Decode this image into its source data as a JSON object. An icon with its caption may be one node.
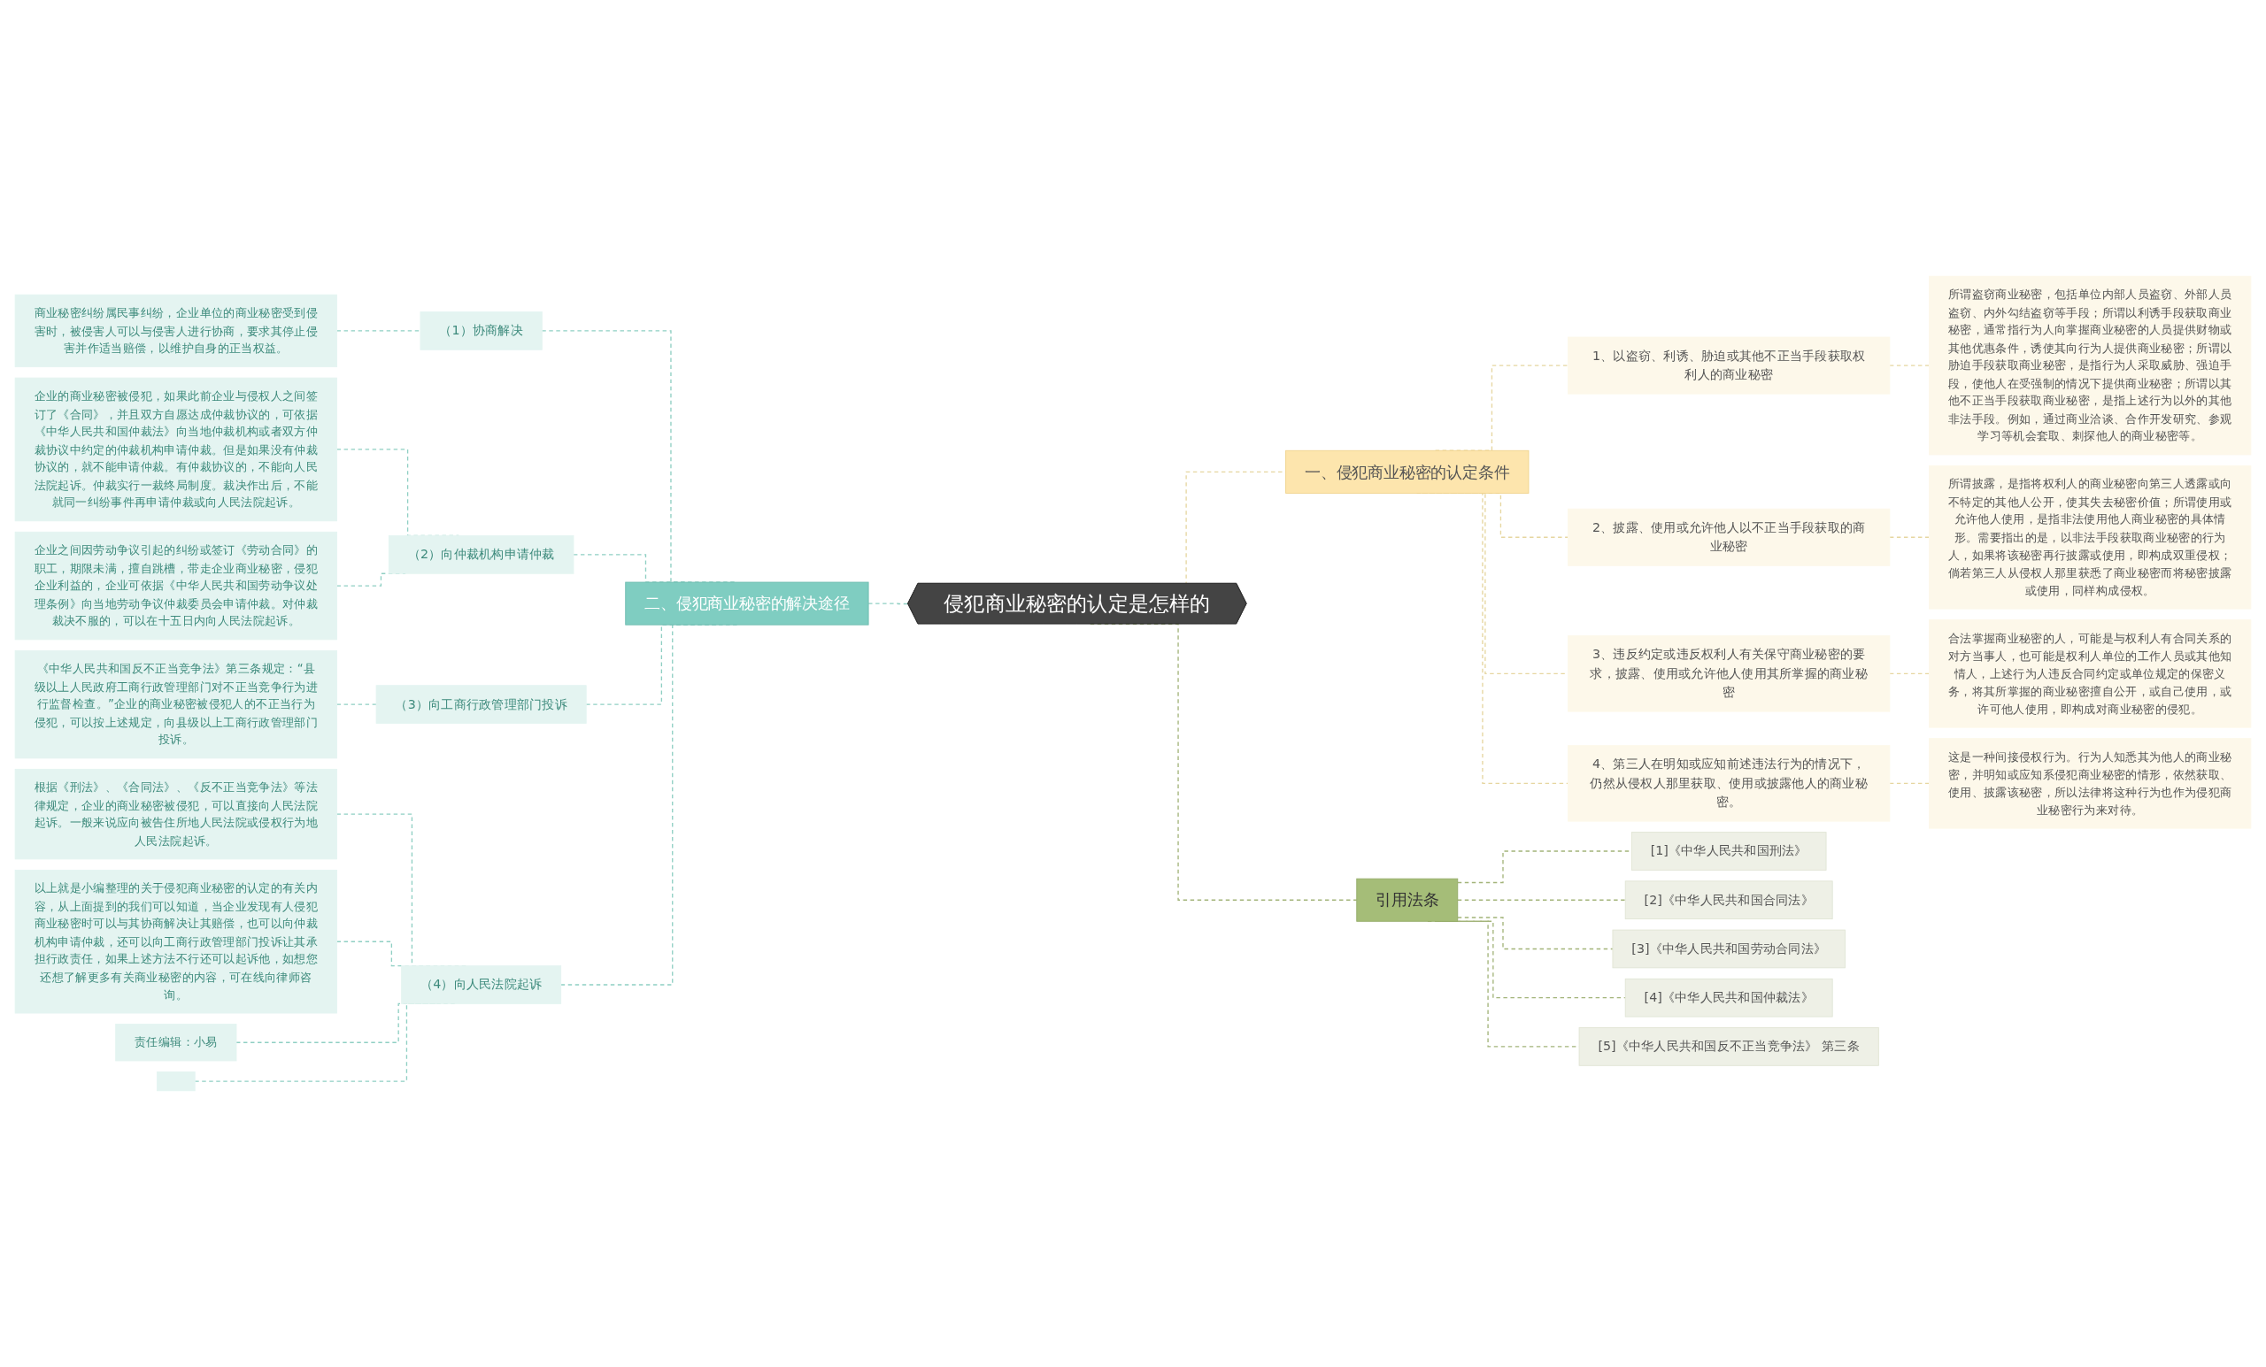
{
  "diagram": {
    "nodes": [
      {
        "text": [
          "侵犯商业秘密的认定是怎样的"
        ]
      },
      {
        "text": [
          "一、侵犯商业秘密的认定条件"
        ]
      },
      {
        "text": [
          "1、以盗窃、利诱、胁迫或其他不正当手段获取权利人的商业秘密"
        ]
      },
      {
        "text": [
          "所谓盗窃商业秘密，包括单位内部人员盗窃、外部人员盗窃、内外勾结盗窃等手段；所谓以利诱手段获取商业秘密，通常指行为人向掌握商业秘密的人员提供财物或其他优惠条件，诱使其向行为人提供商业秘密；所谓以胁迫手段获取商业秘密，是指行为人采取威胁、强迫手段，使他人在受强制的情况下提供商业秘密；所谓以其他不正当手段获取商业秘密，是指上述行为以外的其他非法手段。例如，通过商业洽谈、合作开发研究、参观学习等机会套取、刺探他人的商业秘密等。"
        ]
      },
      {
        "text": [
          "2、披露、使用或允许他人以不正当手段获取的商业秘密"
        ]
      },
      {
        "text": [
          "所谓披露，是指将权利人的商业秘密向第三人透露或向不特定的其他人公开，使其失去秘密价值；所谓使用或允许他人使用，是指非法使用他人商业秘密的具体情形。需要指出的是，以非法手段获取商业秘密的行为人，如果将该秘密再行披露或使用，即构成双重侵权；倘若第三人从侵权人那里获悉了商业秘密而将秘密披露或使用，同样构成侵权。"
        ]
      },
      {
        "text": [
          "3、违反约定或违反权利人有关保守商业秘密的要求，披露、使用或允许他人使用其所掌握的商业秘密"
        ]
      },
      {
        "text": [
          "合法掌握商业秘密的人，可能是与权利人有合同关系的对方当事人，也可能是权利人单位的工作人员或其他知情人，上述行为人违反合同约定或单位规定的保密义务，将其所掌握的商业秘密擅自公开，或自己使用，或许可他人使用，即构成对商业秘密的侵犯。"
        ]
      },
      {
        "text": [
          "4、第三人在明知或应知前述违法行为的情况下，仍然从侵权人那里获取、使用或披露他人的商业秘密。"
        ]
      },
      {
        "text": [
          "这是一种间接侵权行为。行为人知悉其为他人的商业秘密，并明知或应知系侵犯商业秘密的情形，依然获取、使用、披露该秘密，所以法律将这种行为也作为侵犯商业秘密行为来对待。"
        ]
      },
      {
        "text": [
          "引用法条"
        ]
      },
      {
        "text": [
          "[1]《中华人民共和国刑法》"
        ]
      },
      {
        "text": [
          "[2]《中华人民共和国合同法》"
        ]
      },
      {
        "text": [
          "[3]《中华人民共和国劳动合同法》"
        ]
      },
      {
        "text": [
          "[4]《中华人民共和国仲裁法》"
        ]
      },
      {
        "text": [
          "[5]《中华人民共和国反不正当竞争法》 第三条"
        ]
      },
      {
        "text": [
          "二、侵犯商业秘密的解决途径"
        ]
      },
      {
        "text": [
          "（1）协商解决"
        ]
      },
      {
        "text": [
          "商业秘密纠纷属民事纠纷，企业单位的商业秘密受到侵害时，被侵害人可以与侵害人进行协商，要求其停止侵害并作适当赔偿，以维护自身的正当权益。"
        ]
      },
      {
        "text": [
          "（2）向仲裁机构申请仲裁"
        ]
      },
      {
        "text": [
          "企业的商业秘密被侵犯，如果此前企业与侵权人之间签订了《合同》，并且双方自愿达成仲裁协议的，可依据《中华人民共和国仲裁法》向当地仲裁机构或者双方仲裁协议中约定的仲裁机构申请仲裁。但是如果没有仲裁协议的，就不能申请仲裁。有仲裁协议的，不能向人民法院起诉。仲裁实行一裁终局制度。裁决作出后，不能就同一纠纷事件再申请仲裁或向人民法院起诉。"
        ]
      },
      {
        "text": [
          "企业之间因劳动争议引起的纠纷或签订《劳动合同》的职工，期限未满，擅自跳槽，带走企业商业秘密，侵犯企业利益的，企业可依据《中华人民共和国劳动争议处理条例》向当地劳动争议仲裁委员会申请仲裁。对仲裁裁决不服的，可以在十五日内向人民法院起诉。"
        ]
      },
      {
        "text": [
          "（3）向工商行政管理部门投诉"
        ]
      },
      {
        "text": [
          "《中华人民共和国反不正当竞争法》第三条规定：“县级以上人民政府工商行政管理部门对不正当竞争行为进行监督检查。”企业的商业秘密被侵犯人的不正当行为侵犯，可以按上述规定，向县级以上工商行政管理部门投诉。"
        ]
      },
      {
        "text": [
          "（4）向人民法院起诉"
        ]
      },
      {
        "text": [
          "根据《刑法》、《合同法》、《反不正当竞争法》等法律规定，企业的商业秘密被侵犯，可以直接向人民法院起诉。一般来说应向被告住所地人民法院或侵权行为地人民法院起诉。"
        ]
      },
      {
        "text": [
          "以上就是小编整理的关于侵犯商业秘密的认定的有关内容，从上面提到的我们可以知道，当企业发现有人侵犯商业秘密时可以与其协商解决让其赔偿，也可以向仲裁机构申请仲裁，还可以向工商行政管理部门投诉让其承担行政责任，如果上述方法不行还可以起诉他，如想您还想了解更多有关商业秘密的内容，可在线向律师咨询。"
        ]
      },
      {
        "text": [
          "责任编辑：小易"
        ]
      },
      {
        "text": [],
        "shape": "box"
      }
    ],
    "edges": [
      {
        "from": 0,
        "to": 1,
        "arrow": "none",
        "style": "dashed",
        "color": "#e6d6a0"
      },
      {
        "from": 1,
        "to": 2,
        "arrow": "none",
        "style": "dashed",
        "color": "#e6d6a0"
      },
      {
        "from": 2,
        "to": 3,
        "arrow": "none",
        "style": "dashed",
        "color": "#e6d6a0"
      },
      {
        "from": 1,
        "to": 4,
        "arrow": "none",
        "style": "dashed",
        "color": "#e6d6a0"
      },
      {
        "from": 4,
        "to": 5,
        "arrow": "none",
        "style": "dashed",
        "color": "#e6d6a0"
      },
      {
        "from": 1,
        "to": 6,
        "arrow": "none",
        "style": "dashed",
        "color": "#e6d6a0"
      },
      {
        "from": 6,
        "to": 7,
        "arrow": "none",
        "style": "dashed",
        "color": "#e6d6a0"
      },
      {
        "from": 1,
        "to": 8,
        "arrow": "none",
        "style": "dashed",
        "color": "#e6d6a0"
      },
      {
        "from": 8,
        "to": 9,
        "arrow": "none",
        "style": "dashed",
        "color": "#e6d6a0"
      },
      {
        "from": 0,
        "to": 10,
        "arrow": "none",
        "style": "dashed",
        "color": "#a3b47a"
      },
      {
        "from": 10,
        "to": 11,
        "arrow": "none",
        "style": "dashed",
        "color": "#a3b47a"
      },
      {
        "from": 10,
        "to": 12,
        "arrow": "none",
        "style": "dashed",
        "color": "#a3b47a"
      },
      {
        "from": 10,
        "to": 13,
        "arrow": "none",
        "style": "dashed",
        "color": "#a3b47a"
      },
      {
        "from": 10,
        "to": 14,
        "arrow": "none",
        "style": "dashed",
        "color": "#a3b47a"
      },
      {
        "from": 10,
        "to": 15,
        "arrow": "none",
        "style": "dashed",
        "color": "#a3b47a"
      },
      {
        "from": 0,
        "to": 16,
        "arrow": "none",
        "style": "dashed"
      },
      {
        "from": 16,
        "to": 17,
        "arrow": "none",
        "style": "dashed"
      },
      {
        "from": 17,
        "to": 18,
        "arrow": "none",
        "style": "dashed"
      },
      {
        "from": 16,
        "to": 19,
        "arrow": "none",
        "style": "dashed"
      },
      {
        "from": 19,
        "to": 20,
        "arrow": "none",
        "style": "dashed"
      },
      {
        "from": 19,
        "to": 21,
        "arrow": "none",
        "style": "dashed"
      },
      {
        "from": 16,
        "to": 22,
        "arrow": "none",
        "style": "dashed"
      },
      {
        "from": 22,
        "to": 23,
        "arrow": "none",
        "style": "dashed"
      },
      {
        "from": 16,
        "to": 24,
        "arrow": "none",
        "style": "dashed"
      },
      {
        "from": 24,
        "to": 25,
        "arrow": "none",
        "style": "dashed"
      },
      {
        "from": 24,
        "to": 26,
        "arrow": "none",
        "style": "dashed"
      },
      {
        "from": 24,
        "to": 27,
        "arrow": "none",
        "style": "dashed"
      },
      {
        "from": 24,
        "to": 28,
        "arrow": "none",
        "style": "dashed"
      }
    ]
  }
}
